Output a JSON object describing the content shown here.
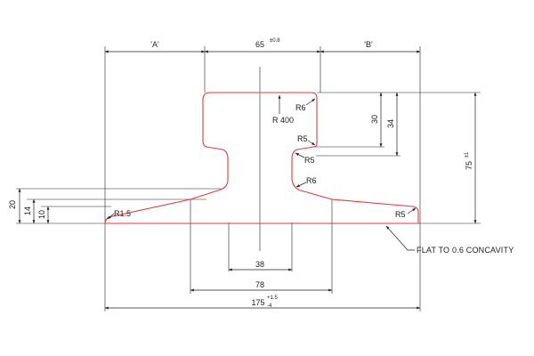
{
  "profile_color": "#e03a3a",
  "line_color": "#222222",
  "dimensions": {
    "zone_a": "'A'",
    "zone_b": "'B'",
    "head_width": "65",
    "head_width_tol": "±0.8",
    "height": "75",
    "height_tol": "±1",
    "dim_30": "30",
    "dim_34": "34",
    "dim_20": "20",
    "dim_14": "14",
    "dim_10": "10",
    "web_width": "38",
    "base_top_width": "78",
    "base_width": "175",
    "base_width_tol_upper": "+1.5",
    "base_width_tol_lower": "-4"
  },
  "radii": {
    "r400": "R 400",
    "r6_head": "R6",
    "r5_head": "R5",
    "r5_web": "R5",
    "r6_web": "R6",
    "r5_foot": "R5",
    "r1_5": "R1.5"
  },
  "notes": {
    "flat": "FLAT TO 0.6 CONCAVITY"
  }
}
